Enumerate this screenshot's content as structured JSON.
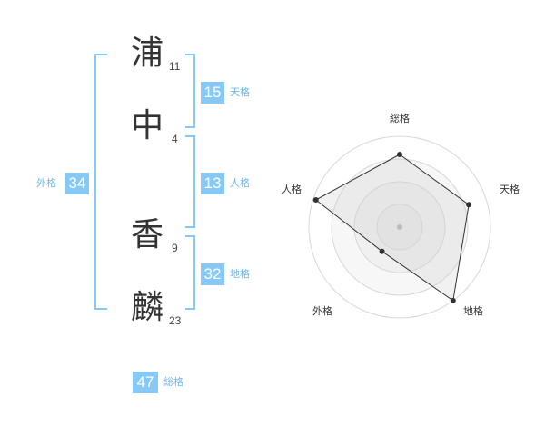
{
  "name": {
    "characters": [
      {
        "char": "浦",
        "strokes": "11"
      },
      {
        "char": "中",
        "strokes": "4"
      },
      {
        "char": "香",
        "strokes": "9"
      },
      {
        "char": "麟",
        "strokes": "23"
      }
    ]
  },
  "fortunes": {
    "tenkaku": {
      "value": "15",
      "label": "天格"
    },
    "jinkaku": {
      "value": "13",
      "label": "人格"
    },
    "chikaku": {
      "value": "32",
      "label": "地格"
    },
    "gaikaku": {
      "value": "34",
      "label": "外格"
    },
    "soukaku": {
      "value": "47",
      "label": "総格"
    }
  },
  "radar": {
    "axes": [
      "総格",
      "天格",
      "地格",
      "外格",
      "人格"
    ],
    "values": [
      0.8,
      0.8,
      1.0,
      0.33,
      0.97
    ],
    "rings": 4
  },
  "colors": {
    "accent": "#87c8f5",
    "bracket": "#87c8f5"
  }
}
